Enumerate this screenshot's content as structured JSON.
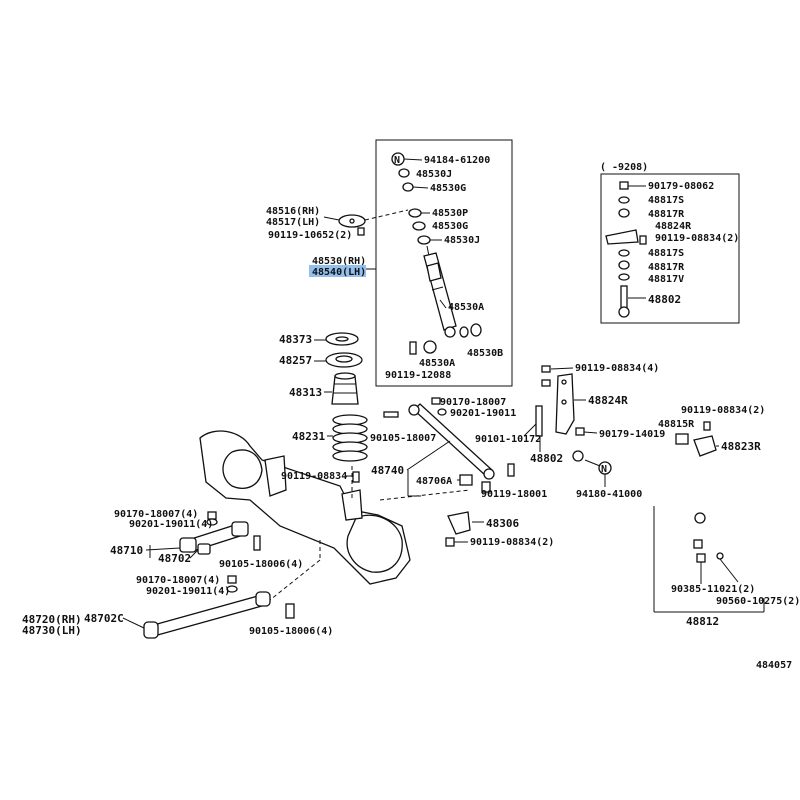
{
  "diagram_id": "484057",
  "highlighted_part": "48540 (LH)",
  "box_header": "(    -9208)",
  "n_marker": "N",
  "labels": {
    "p94184": "94184-61200",
    "p48530J_a": "48530J",
    "p48530G_a": "48530G",
    "p48516": "48516(RH)",
    "p48517": "48517(LH)",
    "p48530P": "48530P",
    "p48530G_b": "48530G",
    "p90119_10652": "90119-10652(2)",
    "p48530J_b": "48530J",
    "p48530rh": "48530(RH)",
    "p48540lh": "48540(LH)",
    "p48530A_a": "48530A",
    "p48373": "48373",
    "p48257": "48257",
    "p48530A_b": "48530A",
    "p48530B": "48530B",
    "p90119_12088": "90119-12088",
    "p48313": "48313",
    "p90119_08834_4": "90119-08834(4)",
    "p48824R": "48824R",
    "p90170_18007": "90170-18007",
    "p90201_19011": "90201-19011",
    "p48231": "48231",
    "p90105_18007": "90105-18007",
    "p90101_10172": "90101-10172",
    "p90179_14019": "90179-14019",
    "p90119_08834_2r": "90119-08834(2)",
    "p48815R": "48815R",
    "p48823R": "48823R",
    "p48802_mid": "48802",
    "p48740": "48740",
    "p90119_08834": "90119-08834",
    "p48706A": "48706A",
    "p90119_18001": "90119-18001",
    "p94180": "94180-41000",
    "p90170_18007_4a": "90170-18007(4)",
    "p90201_19011_4a": "90201-19011(4)",
    "p48306": "48306",
    "p48710": "48710",
    "p48702": "48702",
    "p90119_08834_2b": "90119-08834(2)",
    "p90105_18006_4a": "90105-18006(4)",
    "p90170_18007_4b": "90170-18007(4)",
    "p90201_19011_4b": "90201-19011(4)",
    "p90385": "90385-11021(2)",
    "p90560": "90560-10275(2)",
    "p48720": "48720(RH)",
    "p48730": "48730(LH)",
    "p48702C": "48702C",
    "p90105_18006_4b": "90105-18006(4)",
    "p48812": "48812",
    "box_90179": "90179-08062",
    "box_48817S_a": "48817S",
    "box_48817R_a": "48817R",
    "box_48824R": "48824R",
    "box_90119": "90119-08834(2)",
    "box_48817S_b": "48817S",
    "box_48817R_b": "48817R",
    "box_48817V": "48817V",
    "box_48802": "48802"
  }
}
